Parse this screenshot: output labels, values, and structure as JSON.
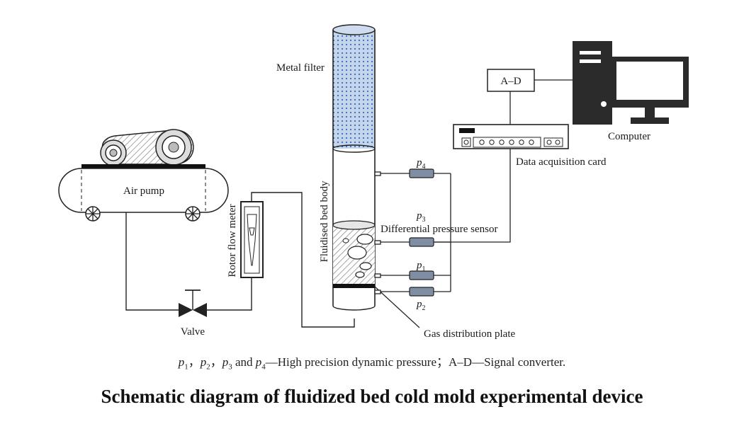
{
  "labels": {
    "metal_filter": "Metal filter",
    "fluidised_bed_body": "Fluidised bed body",
    "air_pump": "Air pump",
    "rotor_flow_meter": "Rotor flow meter",
    "valve": "Valve",
    "gas_distribution_plate": "Gas distribution plate",
    "differential_pressure_sensor": "Differential pressure sensor",
    "data_acquisition_card": "Data acquisition card",
    "computer": "Computer",
    "ad": "A–D",
    "p1": "1",
    "p2": "2",
    "p3": "3",
    "p4": "4",
    "p_letter": "p"
  },
  "caption": {
    "p": "p",
    "s1": "1",
    "s2": "2",
    "s3": "3",
    "s4": "4",
    "sep1": "，",
    "sep2": "，",
    "and": " and ",
    "rest": "—High precision dynamic pressure；A–D—Signal converter."
  },
  "title": "Schematic diagram of fluidized bed cold mold experimental device",
  "colors": {
    "filter_fill": "#b9cde6",
    "sensor_fill": "#7f8ea3",
    "plate": "#111111"
  }
}
